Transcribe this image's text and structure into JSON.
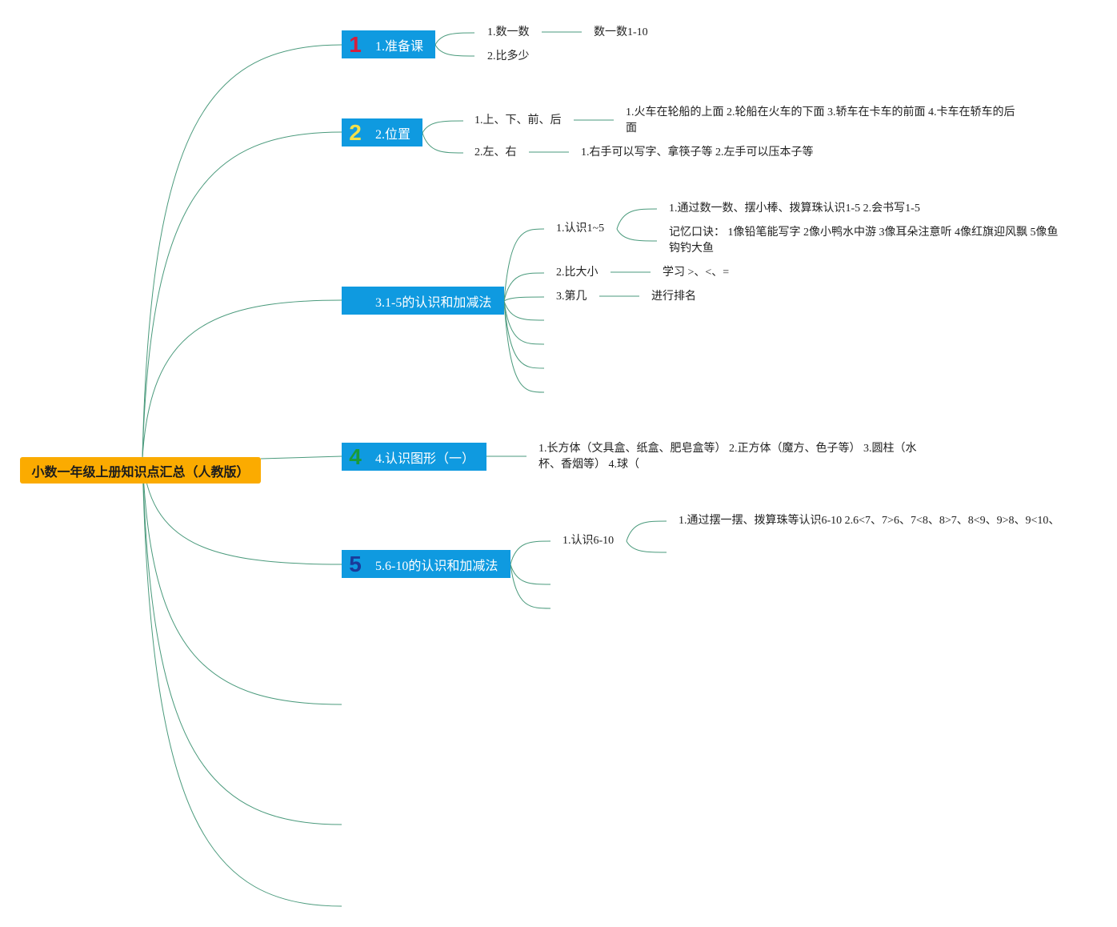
{
  "root": {
    "title": "小数一年级上册知识点汇总（人教版）"
  },
  "colors": {
    "root_bg": "#fbab00",
    "topic_bg": "#0f9ae0",
    "line": "#4a9a7c",
    "badge1": "#d61e3c",
    "badge2": "#f2e04a",
    "badge4": "#1a9a3a",
    "badge5": "#1a3a9a"
  },
  "topics": [
    {
      "badge": "1",
      "label": "1.准备课"
    },
    {
      "badge": "2",
      "label": "2.位置"
    },
    {
      "badge": "",
      "label": "3.1-5的认识和加减法"
    },
    {
      "badge": "4",
      "label": "4.认识图形（一）"
    },
    {
      "badge": "5",
      "label": "5.6-10的认识和加减法"
    }
  ],
  "t1": {
    "c1": "1.数一数",
    "c1_detail": "数一数1-10",
    "c2": "2.比多少"
  },
  "t2": {
    "c1": "1.上、下、前、后",
    "c1_detail": "1.火车在轮船的上面 2.轮船在火车的下面 3.轿车在卡车的前面 4.卡车在轿车的后面",
    "c2": "2.左、右",
    "c2_detail": "1.右手可以写字、拿筷子等 2.左手可以压本子等"
  },
  "t3": {
    "c1": "1.认识1~5",
    "c1_d1": "1.通过数一数、摆小棒、拨算珠认识1-5 2.会书写1-5",
    "c1_d2": "记忆口诀： 1像铅笔能写字 2像小鸭水中游 3像耳朵注意听 4像红旗迎风飘 5像鱼钩钓大鱼",
    "c2": "2.比大小",
    "c2_detail": "学习 >、<、=",
    "c3": "3.第几",
    "c3_detail": "进行排名"
  },
  "t4": {
    "detail": "1.长方体（文具盒、纸盒、肥皂盒等） 2.正方体（魔方、色子等） 3.圆柱（水杯、香烟等） 4.球（"
  },
  "t5": {
    "c1": "1.认识6-10",
    "c1_detail": "1.通过摆一摆、拨算珠等认识6-10 2.6<7、7>6、7<8、8>7、8<9、9>8、9<10、"
  }
}
